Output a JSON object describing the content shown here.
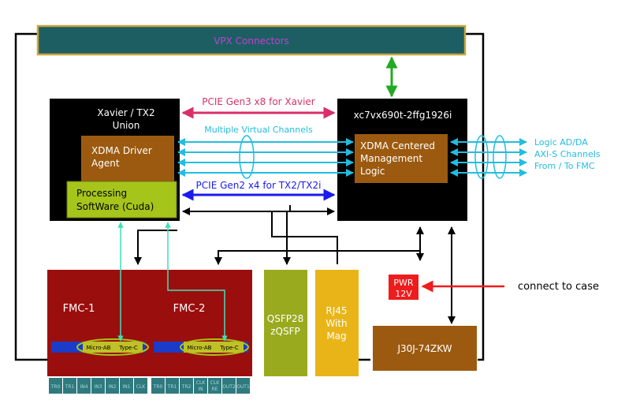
{
  "vpx": {
    "label": "VPX Connectors"
  },
  "xavier": {
    "title_line1": "Xavier / TX2",
    "title_line2": "Union"
  },
  "xdma_agent": {
    "line1": "XDMA Driver",
    "line2": "Agent"
  },
  "processing": {
    "line1": "Processing",
    "line2": "SoftWare (Cuda)"
  },
  "fpga": {
    "title": "xc7vx690t-2ffg1926i"
  },
  "xdma_logic": {
    "line1": "XDMA Centered",
    "line2": "Management",
    "line3": "Logic"
  },
  "links": {
    "pcie_gen3": "PCIE Gen3 x8 for Xavier",
    "virtual_channels": "Multiple Virtual Channels",
    "pcie_gen2": "PCIE Gen2 x4 for TX2/TX2i"
  },
  "fmc_side": {
    "line1": "Logic AD/DA",
    "line2": "AXI-S Channels",
    "line3": "From / To FMC"
  },
  "fmc1": {
    "label": "FMC-1",
    "port1": "Micro-AB",
    "port2": "Type-C",
    "pins": [
      "TR0",
      "TR1",
      "IN4",
      "IN3",
      "IN2",
      "IN1",
      "CLK"
    ]
  },
  "fmc2": {
    "label": "FMC-2",
    "port1": "Micro-AB",
    "port2": "Type-C",
    "pins": [
      "TR0",
      "TR1",
      "TR2",
      "CLK IN",
      "CLK RE",
      "OUT2",
      "OUT1"
    ]
  },
  "qsfp": {
    "line1": "QSFP28",
    "line2": "zQSFP"
  },
  "rj45": {
    "line1": "RJ45",
    "line2": "With",
    "line3": "Mag"
  },
  "pwr": {
    "line1": "PWR",
    "line2": "12V"
  },
  "case_label": "connect to case",
  "j30j": {
    "label": "J30J-74ZKW"
  },
  "colors": {
    "vpx_fill": "#1d5e63",
    "vpx_border": "#c9a43a",
    "vpx_text": "#c040d0",
    "black": "#000000",
    "brown": "#9c5a10",
    "lime": "#a6c51a",
    "dark_red": "#9b0e0e",
    "olive": "#9aaa1e",
    "gold": "#e8b418",
    "red": "#ee1c1c",
    "pink": "#d8306a",
    "cyan": "#22bde0",
    "blue": "#1a1aee",
    "green": "#22aa22",
    "aqua": "#3ee0b8",
    "teal_pin": "#2e7a7e",
    "pin_text": "#a8d8dc",
    "port_blue": "#1a3cc8",
    "port_yellow": "#c0c028"
  }
}
